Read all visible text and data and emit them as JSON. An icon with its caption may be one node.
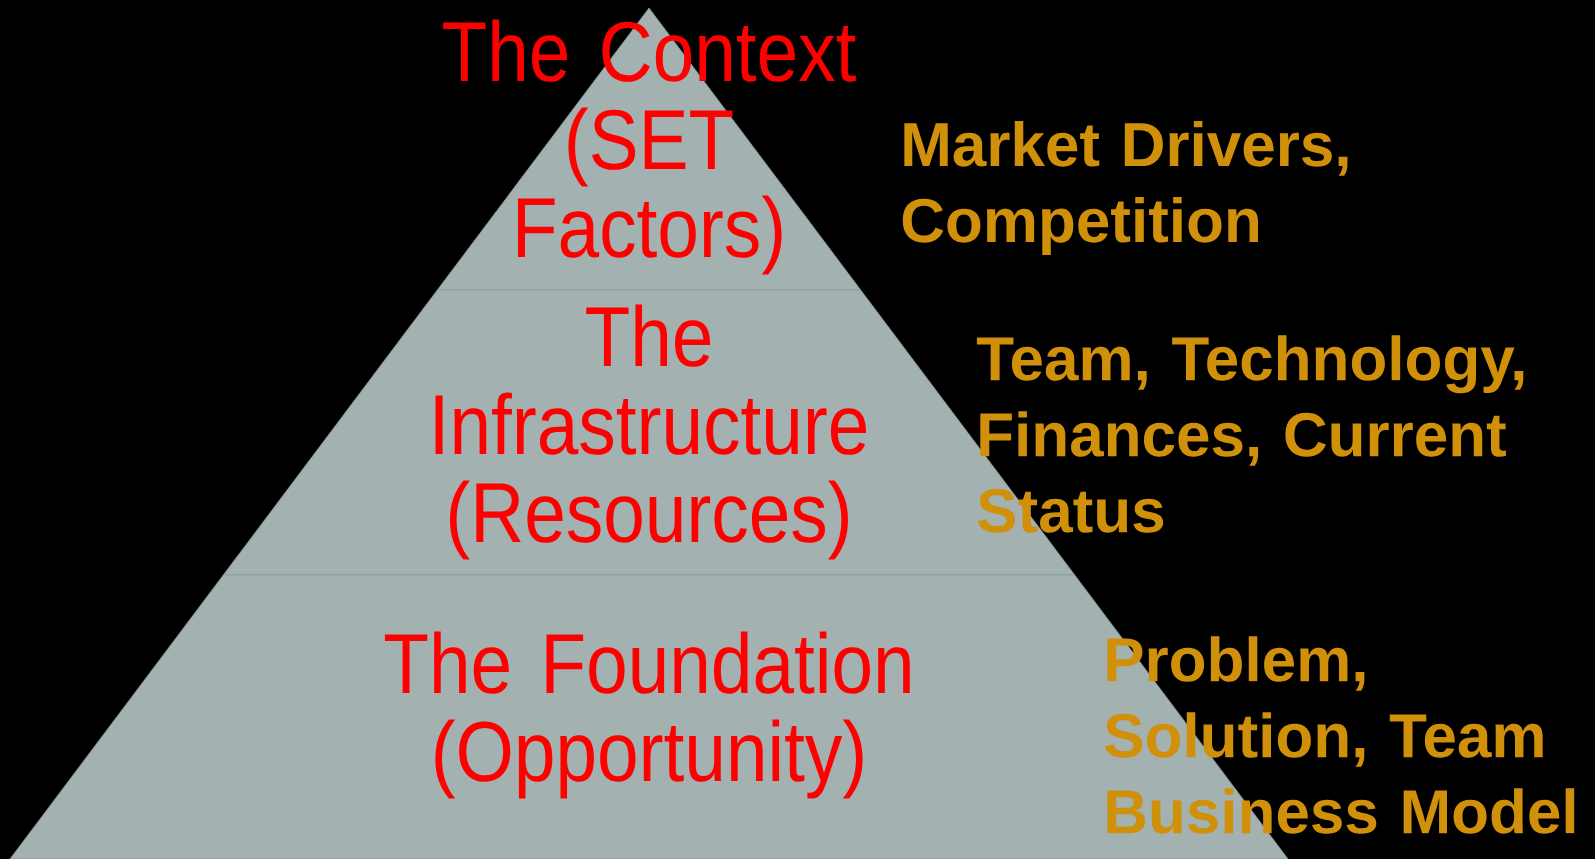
{
  "diagram": {
    "nodes": [
      {
        "text": [
          "The Context (SET Factors)"
        ],
        "beside": [
          "Market Drivers, Competition"
        ]
      },
      {
        "text": [
          "The Infrastructure (Resources)"
        ],
        "beside": [
          "Team, Technology, Finances, Current Status"
        ]
      },
      {
        "text": [
          "The Foundation (Opportunity)"
        ],
        "beside": [
          "Problem, Solution, Team Business Model"
        ]
      }
    ]
  }
}
